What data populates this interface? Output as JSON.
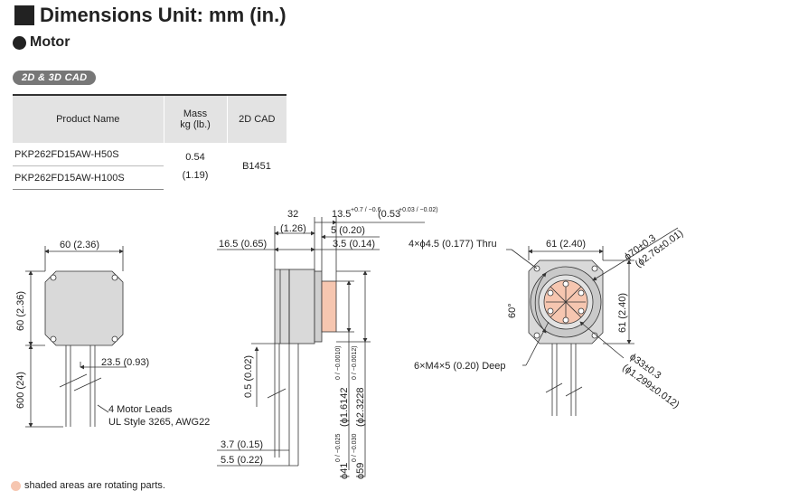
{
  "header": {
    "title": "Dimensions Unit: mm (in.)",
    "subtitle": "Motor",
    "cad_badge": "2D & 3D CAD"
  },
  "table": {
    "headers": {
      "product": "Product Name",
      "mass_line1": "Mass",
      "mass_line2": "kg (lb.)",
      "cad": "2D CAD"
    },
    "rows": [
      {
        "product": "PKP262FD15AW-H50S"
      },
      {
        "product": "PKP262FD15AW-H100S"
      }
    ],
    "mass_kg": "0.54",
    "mass_lb": "(1.19)",
    "cad": "B1451"
  },
  "dimensions": {
    "front_width": "60 (2.36)",
    "front_height": "60 (2.36)",
    "lead_length": "600 (24)",
    "lead_offset": "23.5 (0.93)",
    "motor_leads_1": "4 Motor Leads",
    "motor_leads_2": "UL Style 3265, AWG22",
    "side_32": "32",
    "side_126": "(1.26)",
    "side_135": "13.5",
    "side_135_tol": "+0.7 / −0.6",
    "side_135_in": "(0.53",
    "side_135_in_tol": "+0.03 / −0.02)",
    "side_5": "5 (0.20)",
    "side_165": "16.5 (0.65)",
    "side_35": "3.5 (0.14)",
    "side_05": "0.5 (0.02)",
    "side_37": "3.7 (0.15)",
    "side_55": "5.5 (0.22)",
    "shaft_41": "ϕ41",
    "shaft_41_tol": "0 / −0.025",
    "shaft_41_in": "(ϕ1.6142",
    "shaft_41_in_tol": "0 / −0.0010)",
    "shaft_59": "ϕ59",
    "shaft_59_tol": "0 / −0.030",
    "shaft_59_in": "(ϕ2.3228",
    "shaft_59_in_tol": "0 / −0.0012)",
    "holes": "4×ϕ4.5 (0.177) Thru",
    "rear_width": "61 (2.40)",
    "rear_height": "61 (2.40)",
    "rear_phi70": "ϕ70±0.3",
    "rear_phi70_in": "(ϕ2.76±0.01)",
    "rear_phi33": "ϕ33±0.3",
    "rear_phi33_in": "(ϕ1.299±0.012)",
    "angle": "60°",
    "taps": "6×M4×5 (0.20) Deep"
  },
  "legend": {
    "text": "shaded areas are rotating parts."
  },
  "colors": {
    "rotating": "#f6c6b0",
    "body": "#d9d9d9",
    "line": "#333333"
  }
}
